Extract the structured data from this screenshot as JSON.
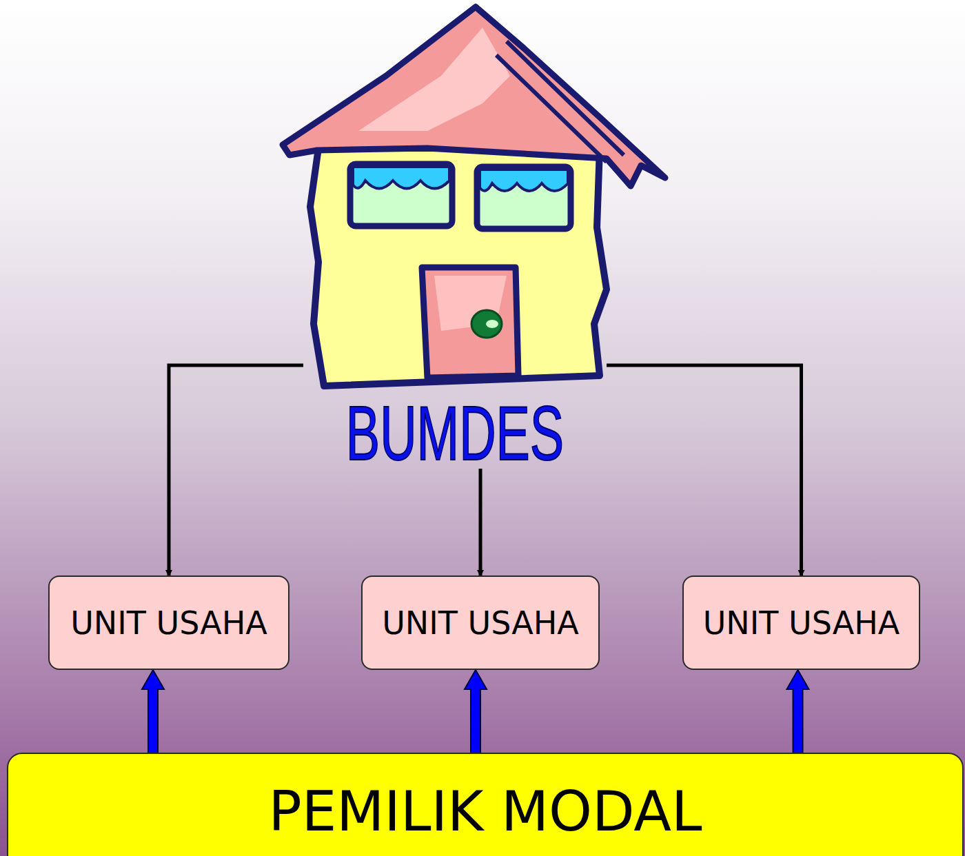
{
  "diagram": {
    "nodes": [
      {
        "text": [
          "BUMDES"
        ]
      },
      {
        "text": [
          "UNIT USAHA"
        ]
      },
      {
        "text": [
          "UNIT USAHA"
        ]
      },
      {
        "text": [
          "UNIT USAHA"
        ]
      },
      {
        "text": [
          "PEMILIK MODAL"
        ]
      }
    ],
    "edges": [
      {
        "from": 0,
        "to": 1,
        "arrow": "to"
      },
      {
        "from": 0,
        "to": 2,
        "arrow": "to"
      },
      {
        "from": 0,
        "to": 3,
        "arrow": "to"
      },
      {
        "from": 4,
        "to": 1,
        "arrow": "to"
      },
      {
        "from": 4,
        "to": 2,
        "arrow": "to"
      },
      {
        "from": 4,
        "to": 3,
        "arrow": "to"
      }
    ]
  }
}
